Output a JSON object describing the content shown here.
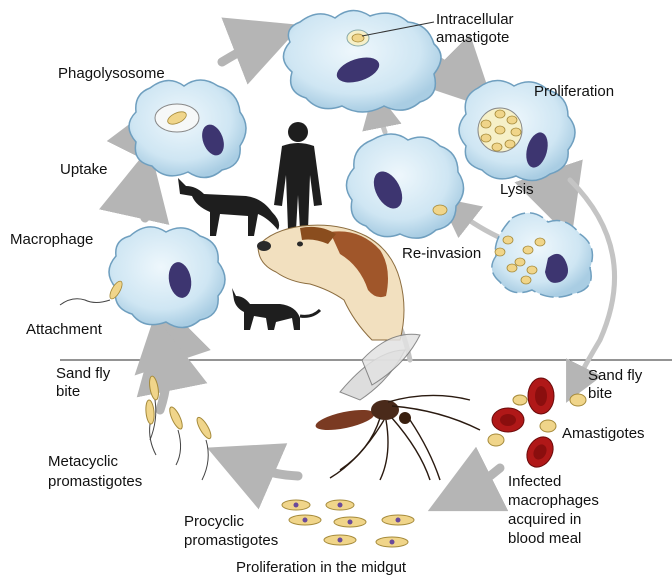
{
  "labels": {
    "intracellular": [
      "Intracellular",
      "amastigote"
    ],
    "phagolysosome": "Phagolysosome",
    "proliferation": "Proliferation",
    "uptake": "Uptake",
    "lysis": "Lysis",
    "macrophage": "Macrophage",
    "reinvasion": "Re-invasion",
    "attachment": "Attachment",
    "sandfly_bite_left": [
      "Sand fly",
      "bite"
    ],
    "sandfly_bite_right": [
      "Sand fly",
      "bite"
    ],
    "amastigotes": "Amastigotes",
    "metacyclic": [
      "Metacyclic",
      "promastigotes"
    ],
    "infected": [
      "Infected",
      "macrophages",
      "acquired in",
      "blood meal"
    ],
    "procyclic": [
      "Procyclic",
      "promastigotes"
    ],
    "midgut": "Proliferation in the midgut"
  },
  "colors": {
    "cell_fill": "#cfe6f3",
    "cell_edge": "#6f9fbf",
    "nucleus": "#3d3570",
    "parasite": "#f0d58a",
    "rbc": "#b01818",
    "arrow": "#b5b5b5",
    "silhouette": "#1e1e1e"
  }
}
